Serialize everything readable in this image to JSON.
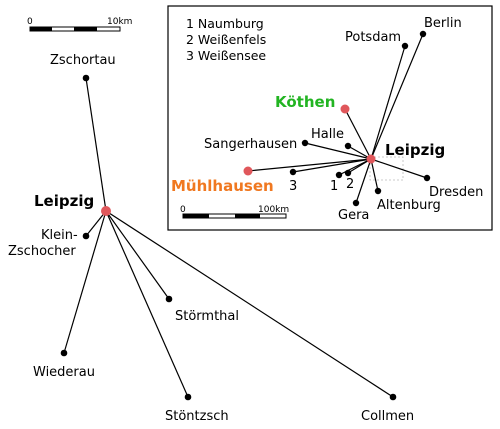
{
  "colors": {
    "hub_marker": "#e0575b",
    "koethen_label": "#22b422",
    "muehlhausen_label": "#f07820",
    "inset_frame": "#000000"
  },
  "main_map": {
    "scale": {
      "start": "0",
      "end": "10km"
    },
    "hub": {
      "label": "Leipzig"
    },
    "places": [
      {
        "id": "zschortau",
        "label": "Zschortau"
      },
      {
        "id": "klein-zschocher",
        "label_line1": "Klein-",
        "label_line2": "Zschocher"
      },
      {
        "id": "stoermthal",
        "label": "Störmthal"
      },
      {
        "id": "wiederau",
        "label": "Wiederau"
      },
      {
        "id": "stoentzsch",
        "label": "Stöntzsch"
      },
      {
        "id": "collmen",
        "label": "Collmen"
      }
    ]
  },
  "inset_map": {
    "legend": [
      "1 Naumburg",
      "2 Weißenfels",
      "3 Weißensee"
    ],
    "scale": {
      "start": "0",
      "end": "100km"
    },
    "hub": {
      "label": "Leipzig"
    },
    "highlighted": [
      {
        "id": "koethen",
        "label": "Köthen"
      },
      {
        "id": "muehlhausen",
        "label": "Mühlhausen"
      }
    ],
    "places": [
      {
        "id": "berlin",
        "label": "Berlin"
      },
      {
        "id": "potsdam",
        "label": "Potsdam"
      },
      {
        "id": "halle",
        "label": "Halle"
      },
      {
        "id": "sangerhausen",
        "label": "Sangerhausen"
      },
      {
        "id": "dresden",
        "label": "Dresden"
      },
      {
        "id": "altenburg",
        "label": "Altenburg"
      },
      {
        "id": "gera",
        "label": "Gera"
      },
      {
        "id": "naumburg",
        "label": "1"
      },
      {
        "id": "weissenfels",
        "label": "2"
      },
      {
        "id": "weissensee",
        "label": "3"
      }
    ]
  }
}
